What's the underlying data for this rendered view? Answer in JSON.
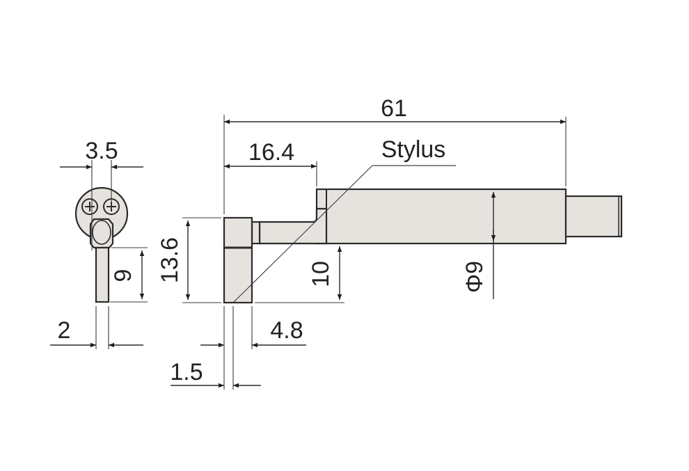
{
  "diagram": {
    "type": "technical-dimension-drawing",
    "callout": "Stylus",
    "colors": {
      "part_fill": "#e6e3de",
      "line": "#2a2a2a",
      "background": "#ffffff"
    },
    "front_view": {
      "dimensions": {
        "width_top": "3.5",
        "stem_height": "9",
        "stem_width": "2"
      }
    },
    "side_view": {
      "dimensions": {
        "overall_length": "61",
        "stylus_offset": "16.4",
        "tip_height": "13.6",
        "body_clearance": "10",
        "body_diameter": "Φ9",
        "tip_width": "4.8",
        "tip_thickness": "1.5"
      }
    }
  }
}
